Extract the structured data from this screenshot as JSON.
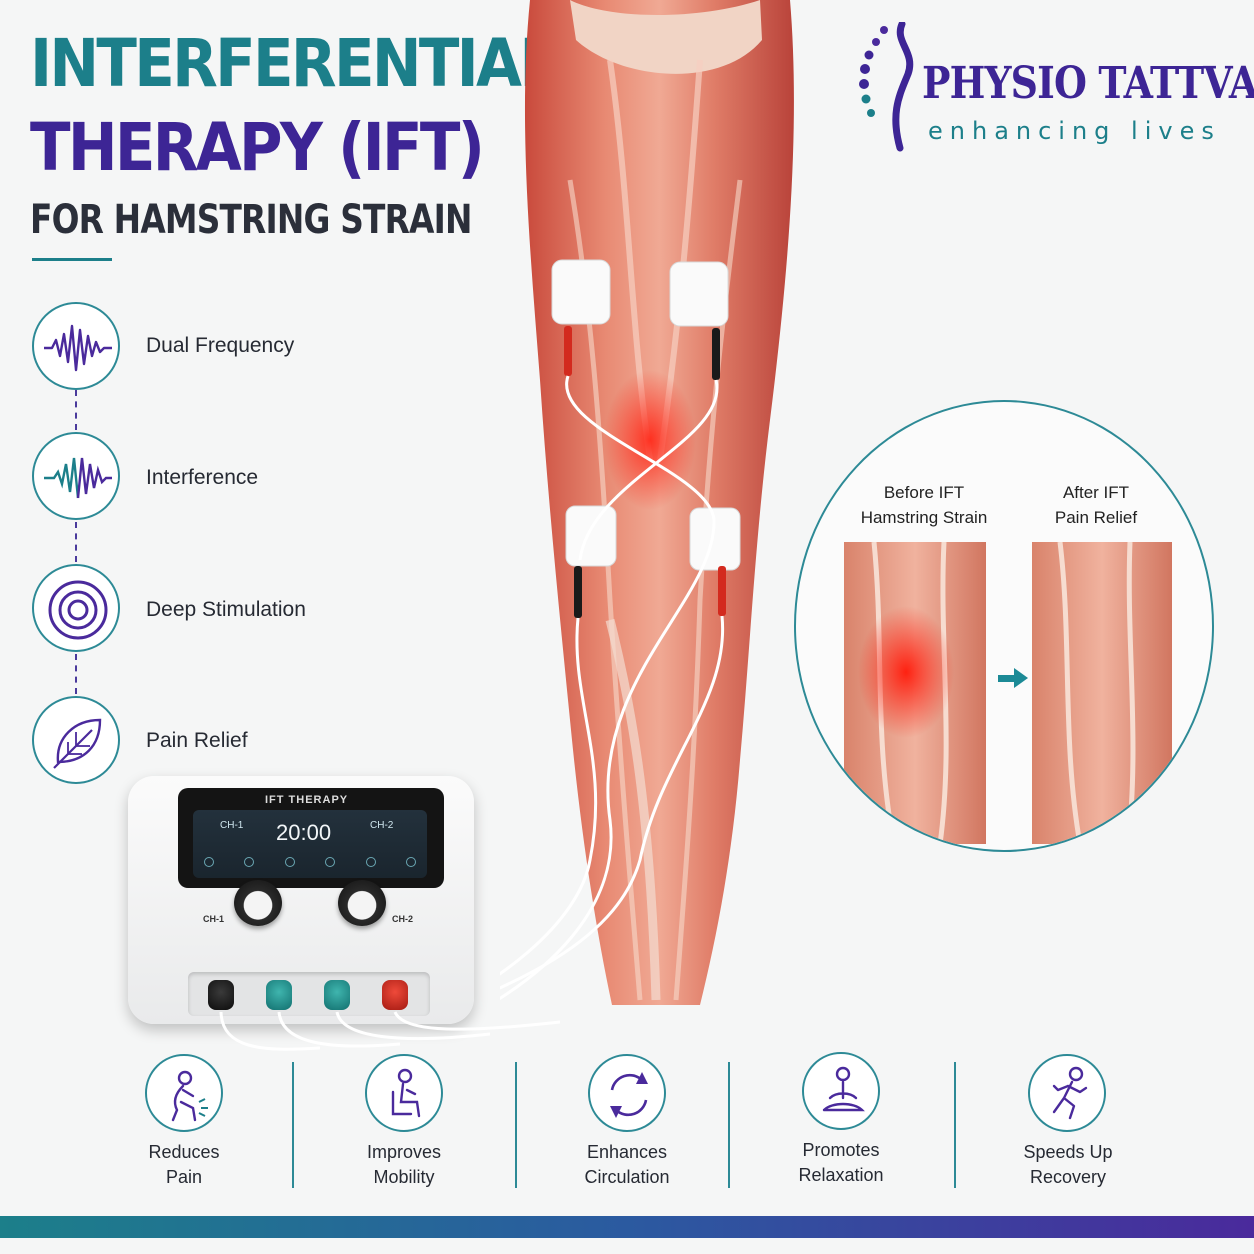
{
  "header": {
    "title_line1": "INTERFERENTIAL",
    "title_line2": "THERAPY (IFT)",
    "subtitle": "FOR HAMSTRING STRAIN"
  },
  "logo": {
    "name": "PHYSIO TATTVA",
    "tagline": "enhancing lives"
  },
  "features": [
    {
      "label": "Dual Frequency",
      "icon": "waveform-icon"
    },
    {
      "label": "Interference",
      "icon": "interference-wave-icon"
    },
    {
      "label": "Deep Stimulation",
      "icon": "concentric-rings-icon"
    },
    {
      "label": "Pain Relief",
      "icon": "leaf-icon"
    }
  ],
  "comparison": {
    "before_line1": "Before IFT",
    "before_line2": "Hamstring Strain",
    "after_line1": "After IFT",
    "after_line2": "Pain Relief"
  },
  "device": {
    "label": "IFT THERAPY",
    "timer": "20:00",
    "ch1": "CH-1",
    "ch2": "CH-2",
    "knob_ch1": "CH-1",
    "knob_ch2": "CH-2"
  },
  "benefits": [
    {
      "line1": "Reduces",
      "line2": "Pain",
      "icon": "person-pain-icon"
    },
    {
      "line1": "Improves",
      "line2": "Mobility",
      "icon": "seated-person-icon"
    },
    {
      "line1": "Enhances",
      "line2": "Circulation",
      "icon": "circulation-arrows-icon"
    },
    {
      "line1": "Promotes",
      "line2": "Relaxation",
      "icon": "meditation-icon"
    },
    {
      "line1": "Speeds Up",
      "line2": "Recovery",
      "icon": "running-person-icon"
    }
  ],
  "colors": {
    "teal": "#1c7f8a",
    "purple": "#3d2595",
    "muscle": "#d9533f"
  }
}
